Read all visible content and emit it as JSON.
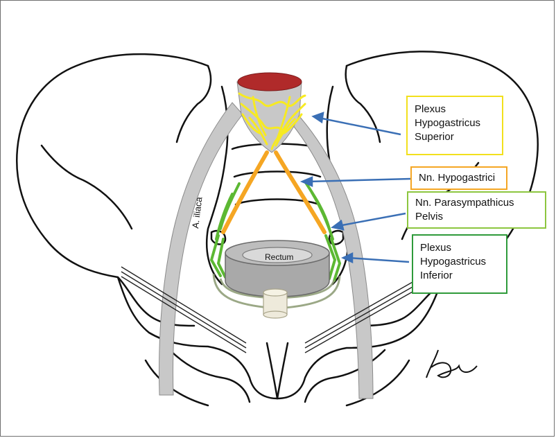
{
  "labels": {
    "superior": {
      "lines": [
        "Plexus",
        "Hypogastricus",
        "Superior"
      ],
      "color": "#f2e01c"
    },
    "nn_hypogastrici": {
      "lines": [
        "Nn. Hypogastrici"
      ],
      "color": "#f5a623"
    },
    "parasympathicus": {
      "lines": [
        "Nn. Parasympathicus",
        "Pelvis"
      ],
      "color": "#8cc63f"
    },
    "inferior": {
      "lines": [
        "Plexus",
        "Hypogastricus",
        "Inferior"
      ],
      "color": "#2e9a3a"
    }
  },
  "artery_label": "A. iliaca",
  "rectum_label": "Rectum",
  "colors": {
    "artery": "#c8c8c8",
    "aorta_top": "#b02a2a",
    "superior_plexus": "#f7ea21",
    "hypogastric_nerves": "#f5a623",
    "pelvic_nerves": "#5cb833",
    "arrow": "#3a6fb5",
    "rectum": "#a9a9a9",
    "bone_outline": "#111111"
  }
}
